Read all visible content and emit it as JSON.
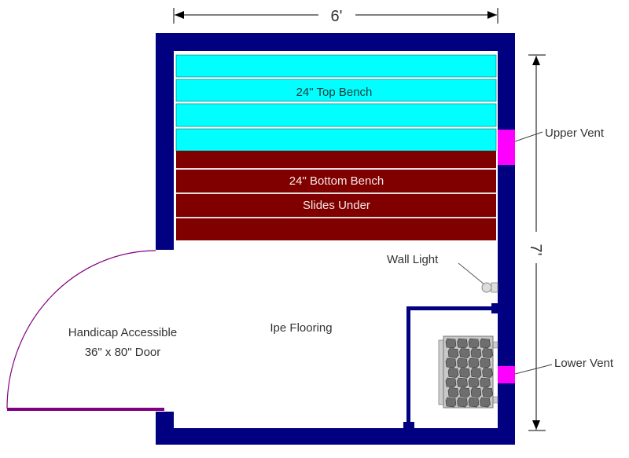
{
  "dimensions": {
    "width_label": "6'",
    "depth_label": "7'"
  },
  "benches": {
    "top_label": "24\" Top Bench",
    "bottom_label": "24\" Bottom Bench",
    "bottom_note": "Slides Under"
  },
  "labels": {
    "upper_vent": "Upper Vent",
    "lower_vent": "Lower Vent",
    "wall_light": "Wall Light",
    "flooring": "Ipe Flooring",
    "door_line1": "Handicap Accessible",
    "door_line2": "36\" x 80\" Door"
  },
  "colors": {
    "wall": "#000080",
    "top_bench": "#00ffff",
    "bottom_bench": "#800000",
    "vent": "#ff00ff",
    "door": "#800080"
  }
}
